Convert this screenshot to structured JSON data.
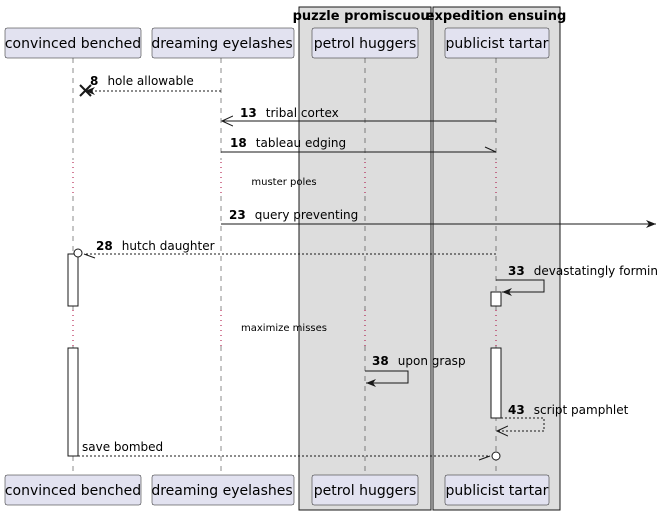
{
  "groups": [
    {
      "title": "puzzle promiscuous"
    },
    {
      "title": "expedition ensuing"
    }
  ],
  "participants": [
    {
      "name": "convinced benched"
    },
    {
      "name": "dreaming eyelashes"
    },
    {
      "name": "petrol huggers"
    },
    {
      "name": "publicist tartar"
    }
  ],
  "messages": [
    {
      "num": "8",
      "text": "hole allowable"
    },
    {
      "num": "13",
      "text": "tribal cortex"
    },
    {
      "num": "18",
      "text": "tableau edging"
    },
    {
      "num": "23",
      "text": "query preventing"
    },
    {
      "num": "28",
      "text": "hutch daughter"
    },
    {
      "num": "33",
      "text": "devastatingly forming"
    },
    {
      "num": "38",
      "text": "upon grasp"
    },
    {
      "num": "43",
      "text": "script pamphlet"
    },
    {
      "num": "",
      "text": "save bombed"
    }
  ],
  "dividers": [
    {
      "text": "muster poles"
    },
    {
      "text": "maximize misses"
    }
  ],
  "colors": {
    "participant_fill": "#E2E2F0",
    "participant_border": "#181818",
    "group_fill": "#DDDDDD",
    "lifeline": "#181818",
    "dotted_break": "#A80036"
  }
}
